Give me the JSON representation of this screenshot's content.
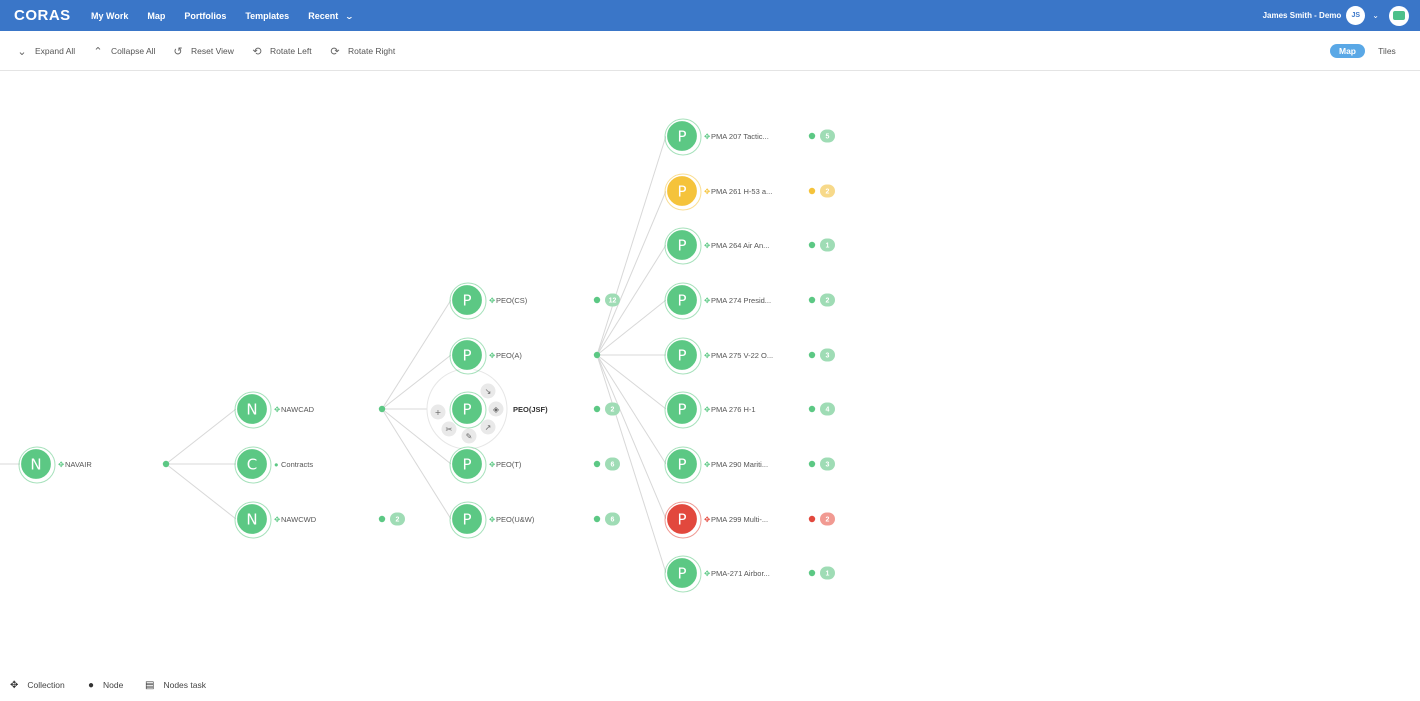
{
  "app": {
    "logo": "CORAS"
  },
  "nav": {
    "items": [
      "My Work",
      "Map",
      "Portfolios",
      "Templates"
    ],
    "recent_label": "Recent",
    "user_name": "James Smith - Demo",
    "user_initials": "JS"
  },
  "toolbar": {
    "expand_all": "Expand All",
    "collapse_all": "Collapse All",
    "reset_view": "Reset View",
    "rotate_left": "Rotate Left",
    "rotate_right": "Rotate Right",
    "view_map": "Map",
    "view_tiles": "Tiles"
  },
  "colors": {
    "brand_blue": "#3a76c8",
    "green": "#5cc884",
    "yellow": "#f5c33b",
    "red": "#e2483d",
    "badge_green": "#9fdcb5",
    "badge_yellow": "#f7d98a",
    "badge_red": "#f19a92",
    "line": "#d8d8d8"
  },
  "map": {
    "nodes": [
      {
        "id": "navair",
        "letter": "N",
        "label": "NAVAIR",
        "type": "collection",
        "status": "green"
      },
      {
        "id": "nawcad",
        "letter": "N",
        "label": "NAWCAD",
        "type": "collection",
        "status": "green"
      },
      {
        "id": "contracts",
        "letter": "C",
        "label": "Contracts",
        "type": "node",
        "status": "green"
      },
      {
        "id": "nawcwd",
        "letter": "N",
        "label": "NAWCWD",
        "type": "collection",
        "status": "green",
        "badge": "2"
      },
      {
        "id": "peocs",
        "letter": "P",
        "label": "PEO(CS)",
        "type": "collection",
        "status": "green",
        "badge": "12"
      },
      {
        "id": "peoa",
        "letter": "P",
        "label": "PEO(A)",
        "type": "collection",
        "status": "green"
      },
      {
        "id": "peojsf",
        "letter": "P",
        "label": "PEO(JSF)",
        "type": "selected",
        "status": "green",
        "badge": "2"
      },
      {
        "id": "peot",
        "letter": "P",
        "label": "PEO(T)",
        "type": "collection",
        "status": "green",
        "badge": "6"
      },
      {
        "id": "peouw",
        "letter": "P",
        "label": "PEO(U&W)",
        "type": "collection",
        "status": "green",
        "badge": "6"
      },
      {
        "id": "pma207",
        "letter": "P",
        "label": "PMA 207 Tactic...",
        "type": "collection",
        "status": "green",
        "badge": "5"
      },
      {
        "id": "pma261",
        "letter": "P",
        "label": "PMA 261 H-53 a...",
        "type": "collection",
        "status": "yellow",
        "badge": "2"
      },
      {
        "id": "pma264",
        "letter": "P",
        "label": "PMA 264 Air An...",
        "type": "collection",
        "status": "green",
        "badge": "1"
      },
      {
        "id": "pma274",
        "letter": "P",
        "label": "PMA 274 Presid...",
        "type": "collection",
        "status": "green",
        "badge": "2"
      },
      {
        "id": "pma275",
        "letter": "P",
        "label": "PMA 275 V-22 O...",
        "type": "collection",
        "status": "green",
        "badge": "3"
      },
      {
        "id": "pma276",
        "letter": "P",
        "label": "PMA 276 H-1",
        "type": "collection",
        "status": "green",
        "badge": "4"
      },
      {
        "id": "pma290",
        "letter": "P",
        "label": "PMA 290 Mariti...",
        "type": "collection",
        "status": "green",
        "badge": "3"
      },
      {
        "id": "pma299",
        "letter": "P",
        "label": "PMA 299 Multi-...",
        "type": "collection",
        "status": "red",
        "badge": "2"
      },
      {
        "id": "pma271",
        "letter": "P",
        "label": "PMA-271 Airbor...",
        "type": "collection",
        "status": "green",
        "badge": "1"
      }
    ],
    "node_menu_actions": [
      "add",
      "edit",
      "cut",
      "move",
      "open",
      "view"
    ]
  },
  "legend": {
    "collection": "Collection",
    "node": "Node",
    "nodes_task": "Nodes task"
  }
}
